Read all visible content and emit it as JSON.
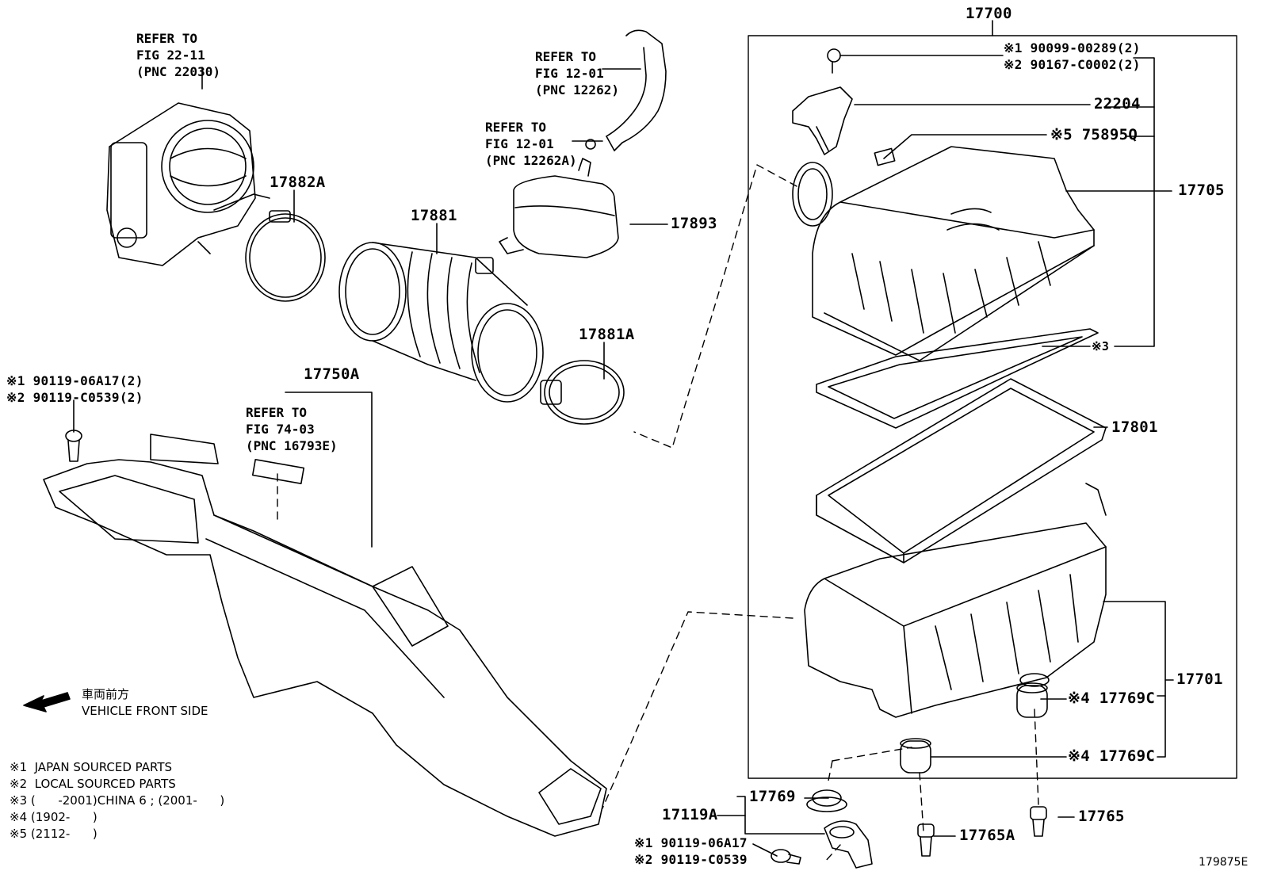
{
  "parts": {
    "p17700": "17700",
    "p90099": "※1 90099-00289(2)",
    "p90167": "※2 90167-C0002(2)",
    "p22204": "22204",
    "p75895q": "※5 75895Q",
    "p17705": "17705",
    "p3": "※3",
    "p17801": "17801",
    "p17701": "17701",
    "p17769c_a": "※4 17769C",
    "p17769c_b": "※4 17769C",
    "p17769": "17769",
    "p17119a": "17119A",
    "p17765": "17765",
    "p17765a": "17765A",
    "p90119_06a17": "※1 90119-06A17",
    "p90119_c0539": "※2 90119-C0539",
    "p17882a": "17882A",
    "p17881": "17881",
    "p17893": "17893",
    "p17881a": "17881A",
    "p17750a": "17750A",
    "p90119_06a17_2": "※1 90119-06A17(2)",
    "p90119_c0539_2": "※2 90119-C0539(2)"
  },
  "refs": {
    "throttle": "REFER TO\nFIG 22-11\n(PNC 22030)",
    "hose": "REFER TO\nFIG 12-01\n(PNC 12262)",
    "clip": "REFER TO\nFIG 12-01\n(PNC 12262A)",
    "label": "REFER TO\nFIG 74-03\n(PNC 16793E)"
  },
  "front": "車両前方\nVEHICLE FRONT SIDE",
  "notes": "※1  JAPAN SOURCED PARTS\n※2  LOCAL SOURCED PARTS\n※3 (      -2001)CHINA 6 ; (2001-      )\n※4 (1902-      )\n※5 (2112-      )",
  "diagram_id": "179875E"
}
